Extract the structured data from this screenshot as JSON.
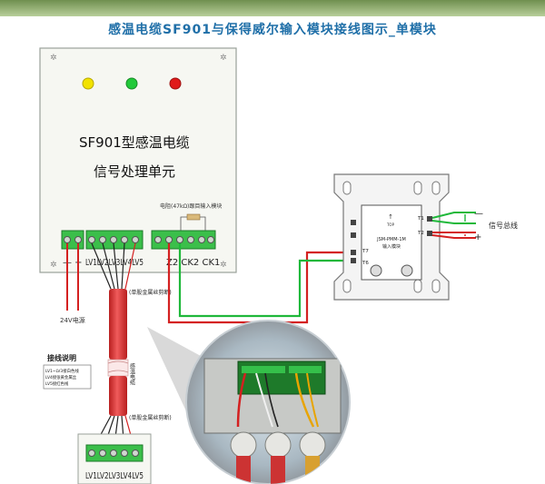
{
  "title": "感温电缆SF901与保得威尔输入模块接线图示_单模块",
  "processor": {
    "line1": "SF901型感温电缆",
    "line2": "信号处理单元",
    "resistor_label": "电阻(47kΩ)跟目输入模块",
    "terminals_left": "— +",
    "terminals_mid": "LV1LV2LV3LV4LV5",
    "terminals_right": "Z2 CK2 CK1",
    "power_label": "24V电源"
  },
  "module": {
    "name": "JSM-PMM-1M",
    "subname": "输入模块",
    "arrow_label": "TOP",
    "t1": "T1",
    "t2": "T2",
    "t6": "T6",
    "t7": "T7",
    "minus": "—",
    "plus": "+",
    "bus_label": "信号总线"
  },
  "cable": {
    "shield_top": "(单股金属丝剪断)",
    "shield_bottom": "(单股金属丝剪断)",
    "middle_text": "感温电缆",
    "bottom_labels": "LV1LV2LV3LV4LV5"
  },
  "notes": {
    "heading": "接线说明",
    "line1": "LV1~LV3接白色线",
    "line2": "LV4接张黄金属丝",
    "line3": "LV5接红色线"
  },
  "colors": {
    "title": "#1f6fa8",
    "led_yellow": "#f2e200",
    "led_green": "#22c93a",
    "led_red": "#e01a1a",
    "wire_red": "#d42020",
    "wire_green": "#1fb83a",
    "cable_red": "#e23a3a",
    "terminal_green": "#3bbf4a"
  }
}
